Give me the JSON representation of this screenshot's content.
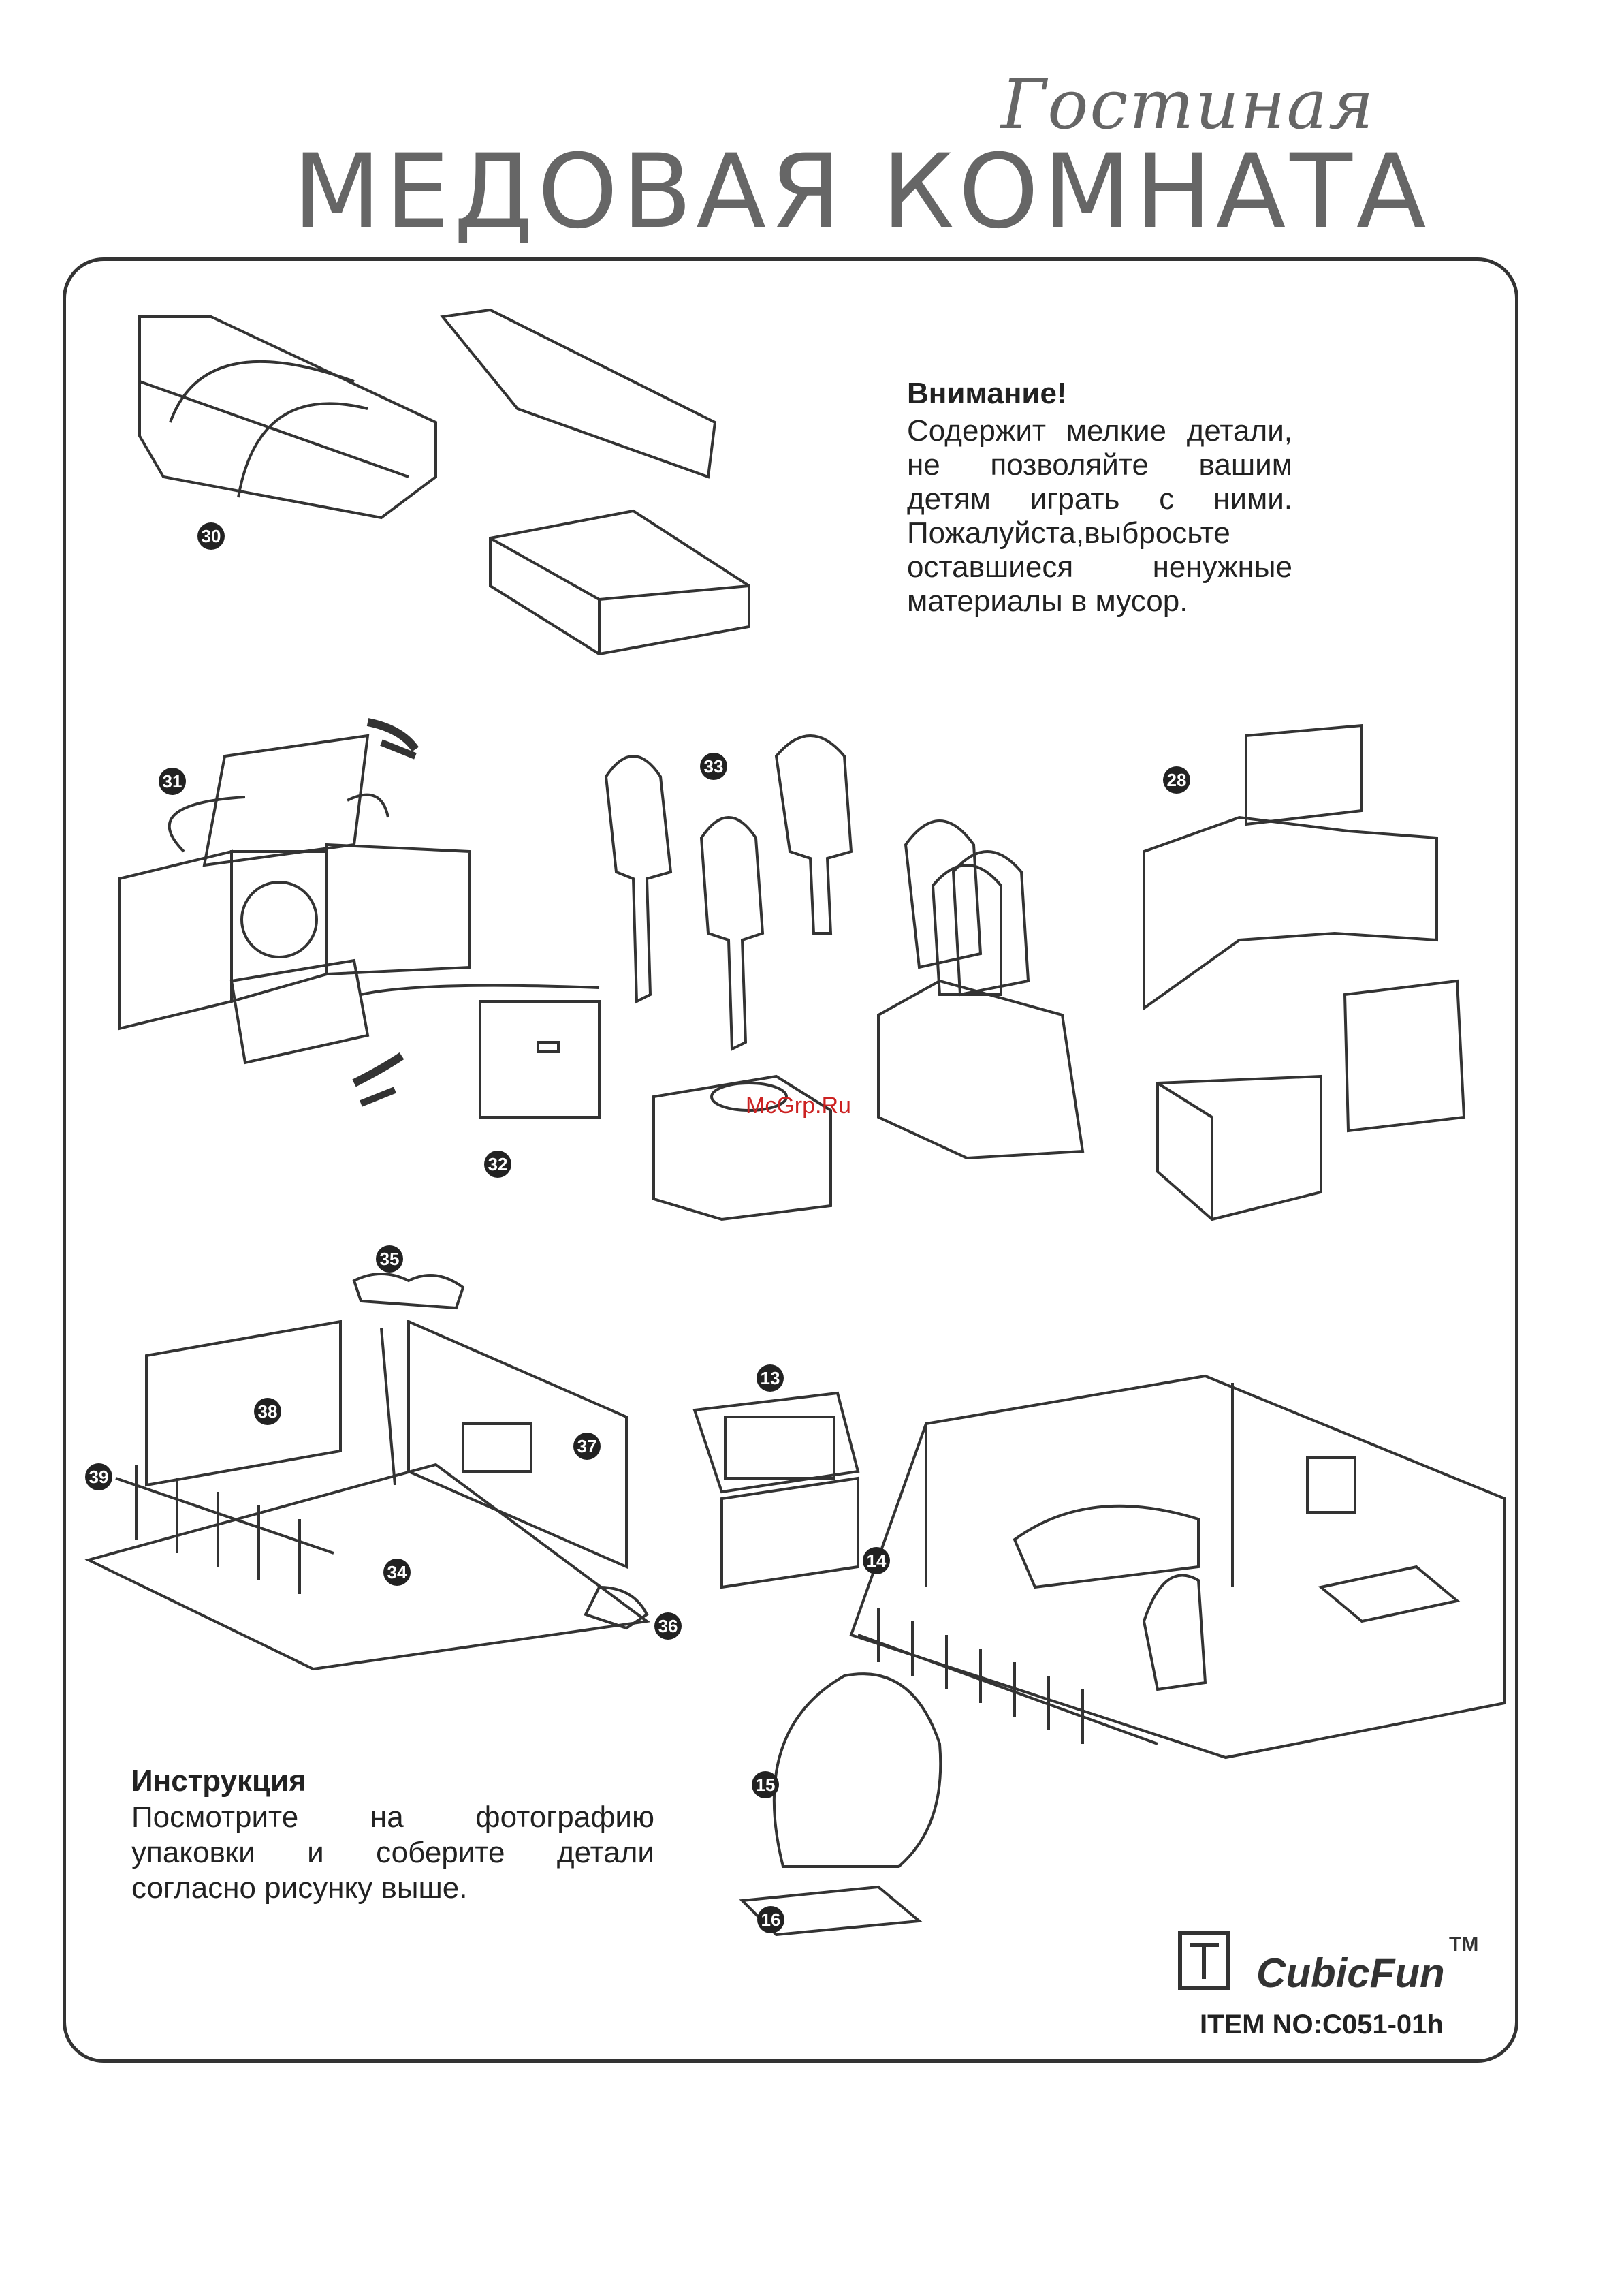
{
  "header": {
    "script_title": "Гостиная",
    "main_title": "МЕДОВАЯ КОМНАТА"
  },
  "warning": {
    "title": "Внимание!",
    "text": "Содержит мелкие детали, не позволяйте вашим детям играть с ними. Пожалуйста,выбросьте оставшиеся ненужные материалы в мусор."
  },
  "instruction": {
    "title": "Инструкция",
    "text": "Посмотрите на фотографию упаковки и соберите детали согласно рисунку выше."
  },
  "watermark": "McGrp.Ru",
  "brand": {
    "name": "CubicFun",
    "tm": "TM",
    "item_no": "ITEM NO:C051-01h"
  },
  "part_numbers": [
    "30",
    "31",
    "32",
    "33",
    "28",
    "35",
    "38",
    "37",
    "39",
    "34",
    "36",
    "13",
    "14",
    "15",
    "16"
  ]
}
